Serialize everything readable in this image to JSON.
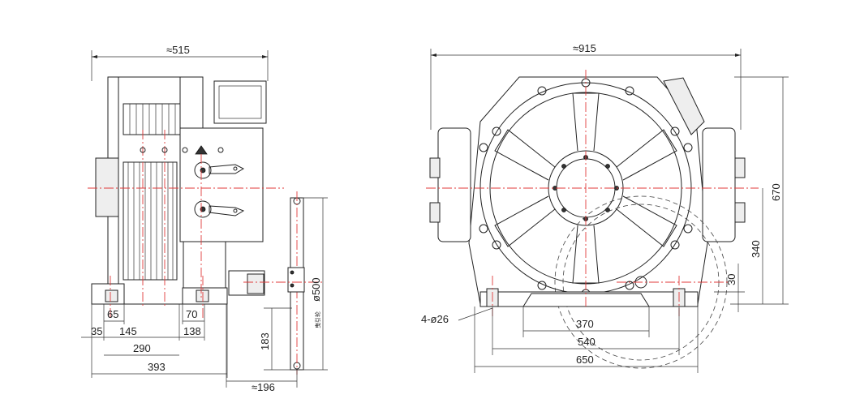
{
  "left_view": {
    "dims": {
      "overall_width": "≈515",
      "d65": "65",
      "d70": "70",
      "d35": "35",
      "d145": "145",
      "d138": "138",
      "d290": "290",
      "d393": "393",
      "d183": "183",
      "d196": "≈196",
      "sheave": "ø500"
    },
    "sheave_note": "曳引轮"
  },
  "right_view": {
    "dims": {
      "overall_width": "≈915",
      "d670": "670",
      "d340": "340",
      "d30": "30",
      "d370": "370",
      "d540": "540",
      "d650": "650",
      "holes": "4-ø26"
    }
  }
}
